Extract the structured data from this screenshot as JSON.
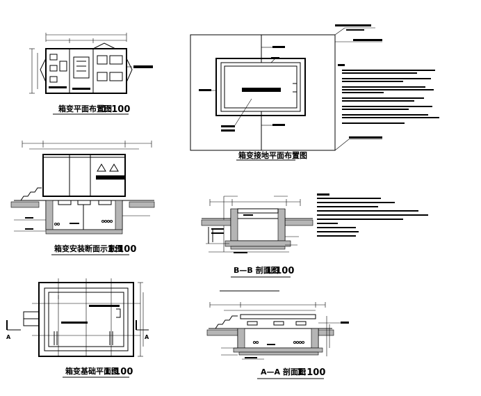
{
  "titles": {
    "plan_layout": "箱变平面布置图",
    "plan_layout_scale": "1:100",
    "section_install": "箱变安装断面示意图",
    "section_install_scale": "1:100",
    "foundation_plan": "箱变基础平面图",
    "foundation_plan_scale": "1:100",
    "grounding_plan": "箱变接地平面布置图",
    "section_bb": "B—B 剖面图",
    "section_bb_scale": "1:100",
    "section_aa": "A—A 剖面图",
    "section_aa_scale": "1:100"
  },
  "markers": {
    "section_a_left": "A",
    "section_a_right": "A"
  },
  "colors": {
    "line": "#000000",
    "hatch": "#b5b5b5",
    "background": "#ffffff"
  }
}
